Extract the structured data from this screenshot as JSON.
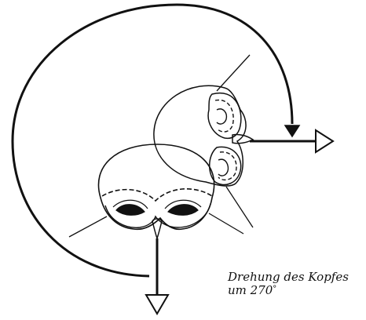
{
  "caption": {
    "line1": "Drehung des Kopfes",
    "line2_prefix": "um 270",
    "degree_symbol": "°"
  },
  "colors": {
    "ink": "#111111",
    "background": "#ffffff",
    "pupil": "#111111"
  },
  "icons": {
    "start_arrow": "open-triangle-arrow-down",
    "end_arrow": "open-triangle-arrow-right",
    "rotation_arrow": "curved-arrow-clockwise"
  }
}
